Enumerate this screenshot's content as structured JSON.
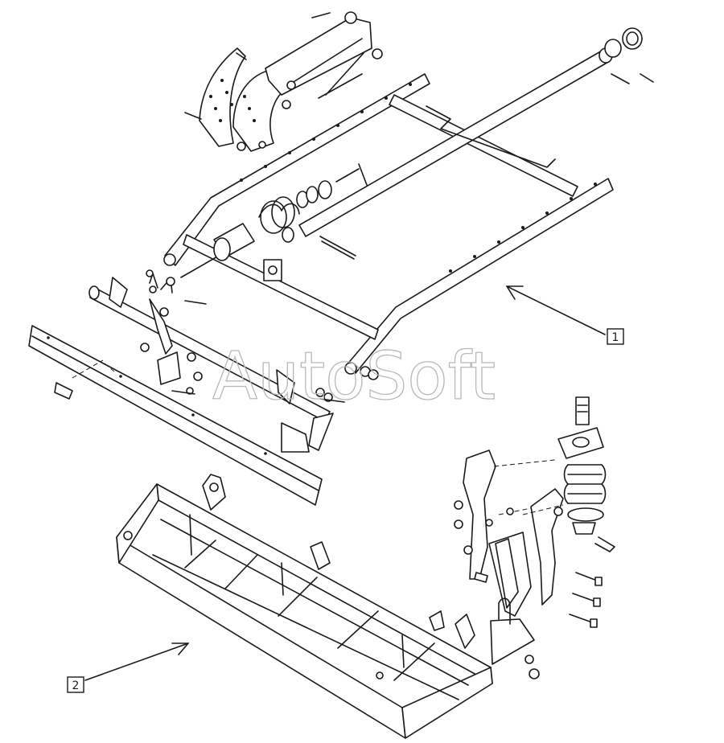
{
  "watermark": "AutoSoft",
  "callouts": [
    {
      "id": "callout-1",
      "label": "1"
    },
    {
      "id": "callout-2",
      "label": "2"
    }
  ],
  "colors": {
    "line": "#1a1a1a",
    "watermark": "#b8b8b8",
    "background": "#ffffff"
  }
}
